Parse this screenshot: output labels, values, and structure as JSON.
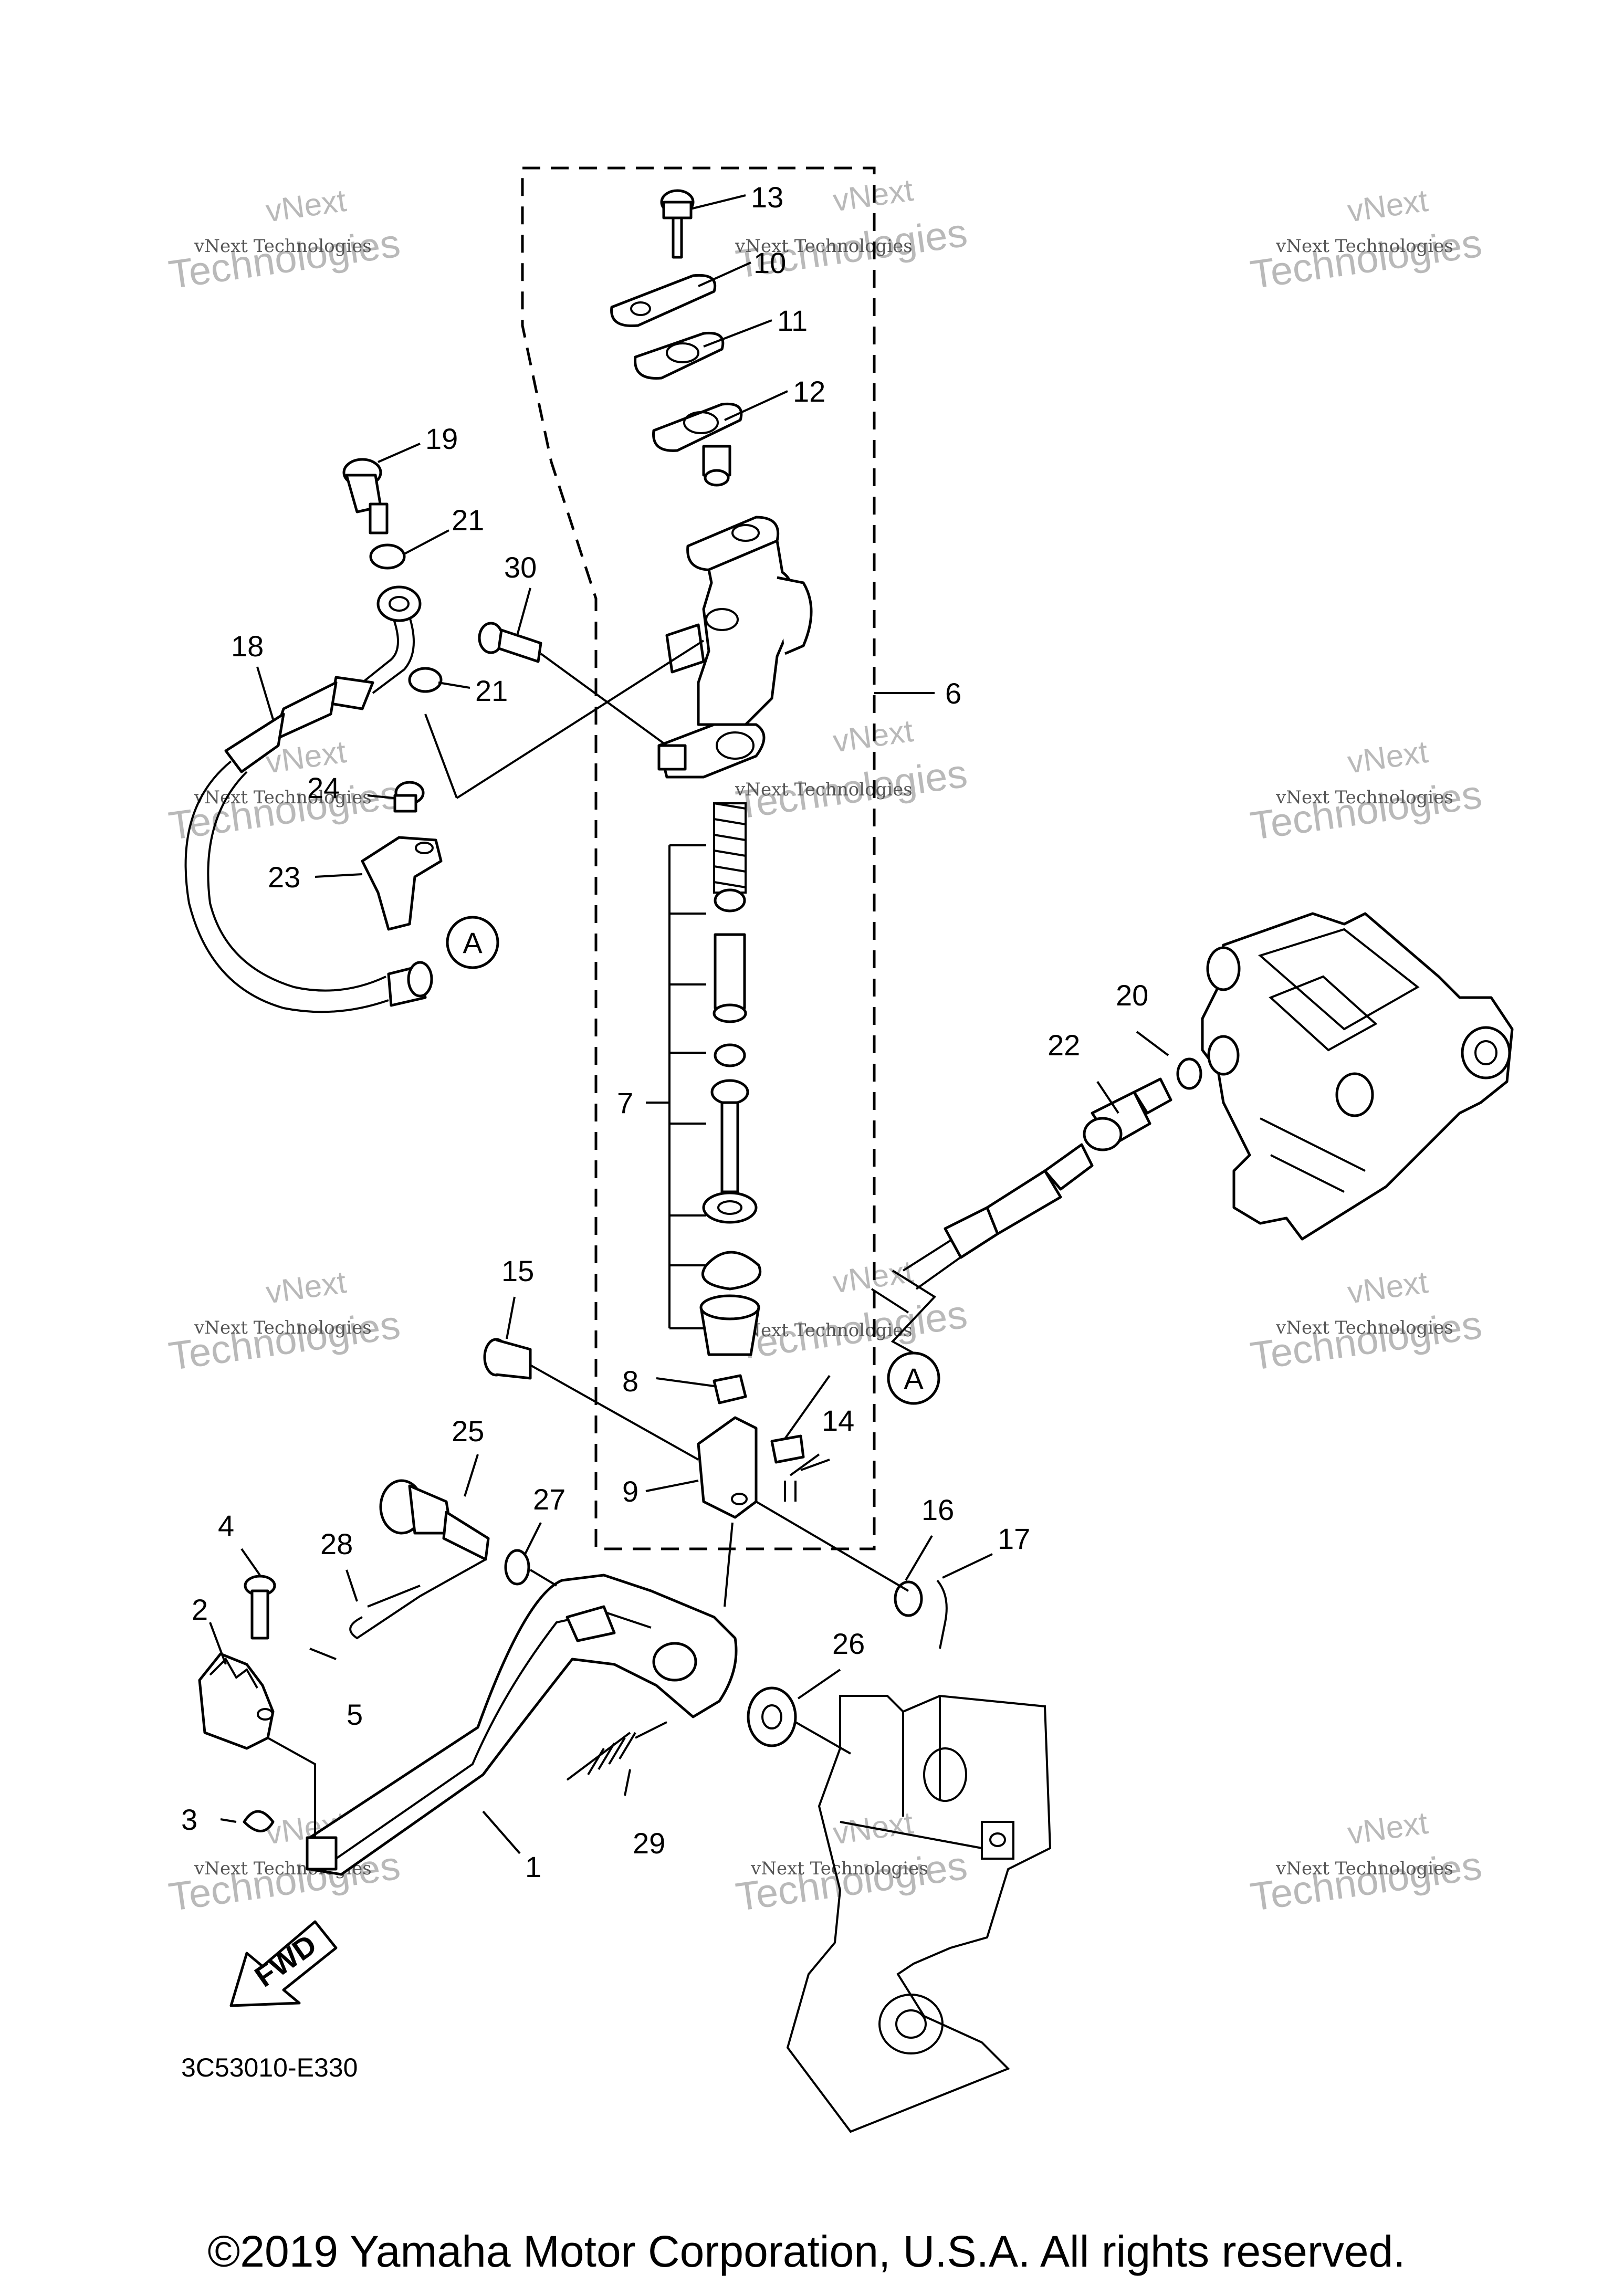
{
  "diagram": {
    "reference_code": "3C53010-E330",
    "fwd_label": "FWD",
    "connector_label": "A",
    "callouts": [
      "1",
      "2",
      "3",
      "4",
      "5",
      "6",
      "7",
      "8",
      "9",
      "10",
      "11",
      "12",
      "13",
      "14",
      "15",
      "16",
      "17",
      "18",
      "19",
      "20",
      "21",
      "22",
      "23",
      "24",
      "25",
      "26",
      "27",
      "28",
      "29",
      "30"
    ],
    "callout_21": "21",
    "callout_8": "8"
  },
  "watermark": {
    "line1": "vNext Technologies",
    "line2": "vNext",
    "line3": "Technologies"
  },
  "footer": {
    "copyright": "©2019 Yamaha Motor Corporation, U.S.A. All rights reserved."
  }
}
